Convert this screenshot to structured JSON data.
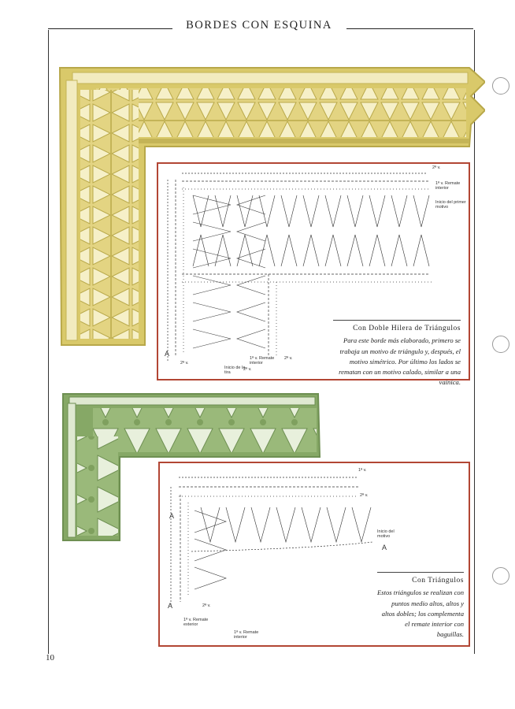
{
  "header": {
    "title": "BORDES CON ESQUINA"
  },
  "page_number": "10",
  "colors": {
    "yellow_lace": "#d9c96a",
    "green_lace": "#86a866",
    "chart_border": "#b24634"
  },
  "pattern1": {
    "caption_title": "Con Doble Hilera de Triángulos",
    "caption_text": "Para este borde más elaborado, primero se trabaja un motivo de triángulo y, después, el motivo simétrico. Por último los lados se rematan con un motivo calado, similar a una vainica.",
    "annotations": {
      "top_mark": "2ª v.",
      "remate_interior": "1ª v. Remate interior",
      "inicio_primer_motivo": "Inicio del primer motivo",
      "bottom_a": "A",
      "bottom_2v": "2ª v.",
      "inicio_tira": "Inicio de la tira",
      "bottom_remate": "1ª v. Remate interior",
      "bottom_2v_b": "2ª v.",
      "bottom_2v_c": "2ª v."
    }
  },
  "pattern2": {
    "caption_title": "Con Triángulos",
    "caption_text": "Estos triángulos se realizan con puntos medio altos, altos y altos dobles; los complementa el remate interior con baguillas.",
    "annotations": {
      "top_1v": "1ª v.",
      "top_2v": "2ª v.",
      "inicio_motivo": "Inicio del motivo",
      "left_a": "A",
      "right_a": "A",
      "bottom_2v": "2ª v.",
      "remate_exterior": "1ª v. Remate exterior",
      "remate_interior": "1ª v. Remate interior",
      "bottom_a": "A"
    }
  }
}
